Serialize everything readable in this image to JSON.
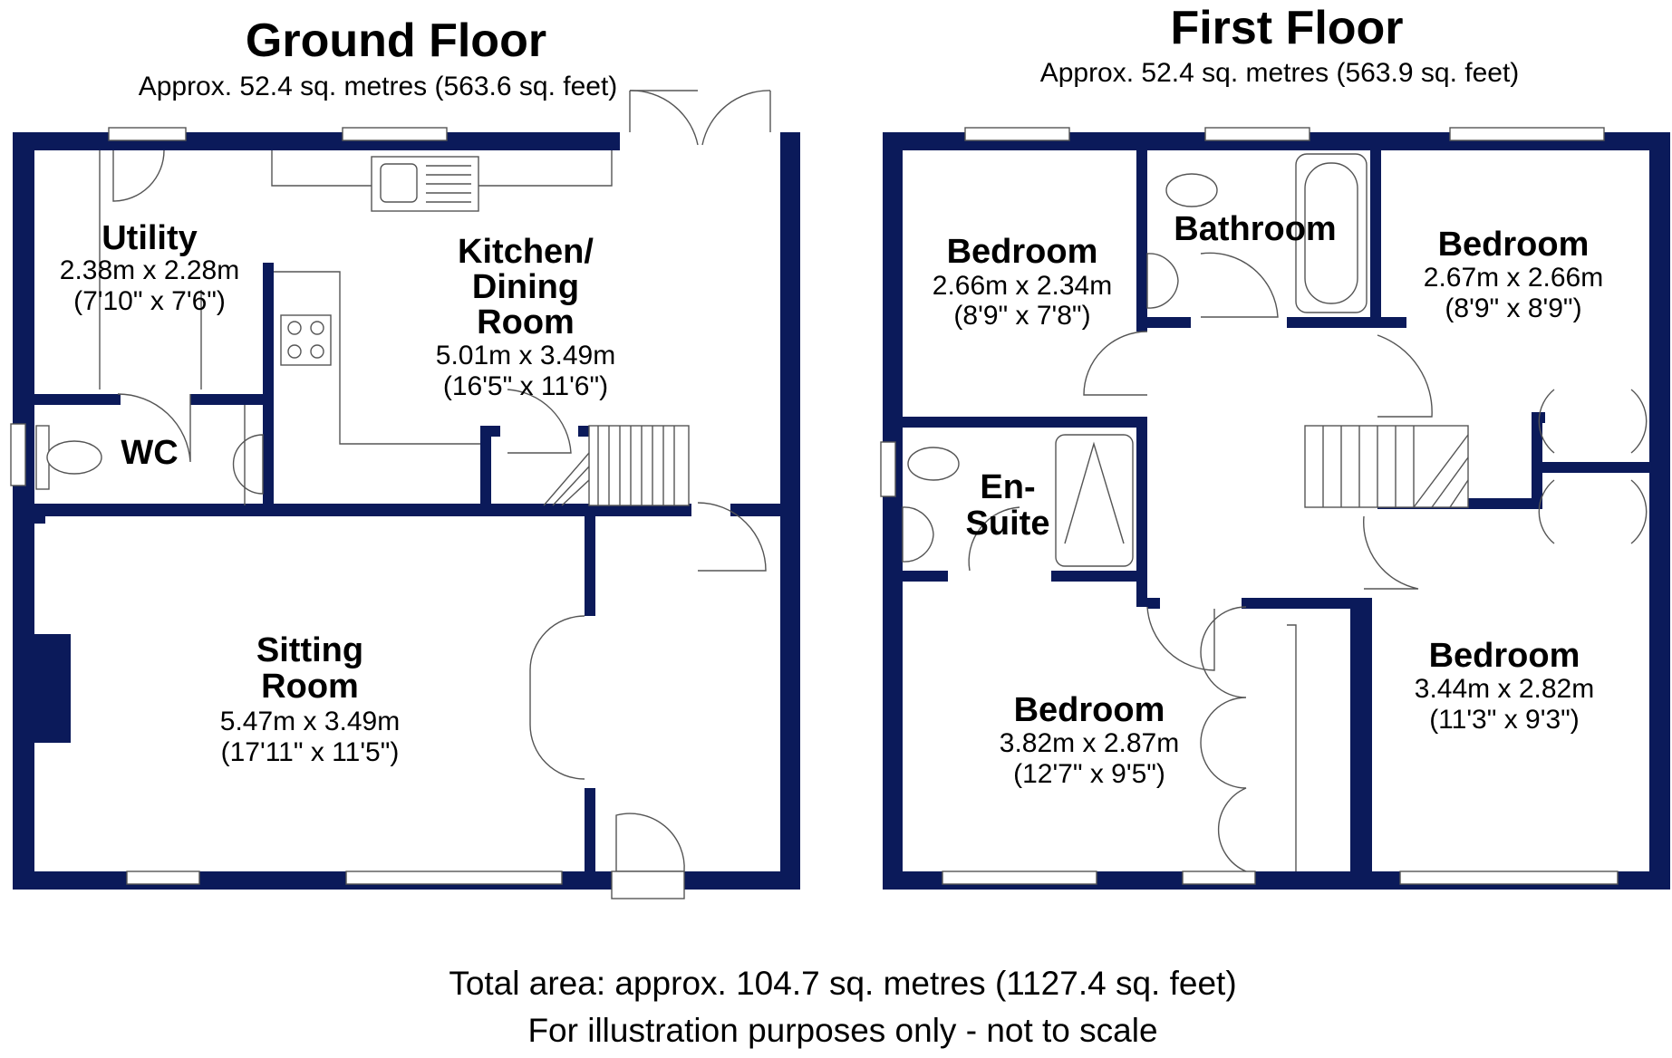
{
  "ground_floor": {
    "title": "Ground Floor",
    "area": "Approx. 52.4 sq. metres (563.6 sq. feet)",
    "rooms": {
      "utility": {
        "name": "Utility",
        "metric": "2.38m x 2.28m",
        "imperial": "(7'10\" x 7'6\")"
      },
      "wc": {
        "name": "WC"
      },
      "kitchen": {
        "name_line1": "Kitchen/",
        "name_line2": "Dining",
        "name_line3": "Room",
        "metric": "5.01m x 3.49m",
        "imperial": "(16'5\" x 11'6\")"
      },
      "sitting": {
        "name_line1": "Sitting",
        "name_line2": "Room",
        "metric": "5.47m x 3.49m",
        "imperial": "(17'11\" x 11'5\")"
      }
    }
  },
  "first_floor": {
    "title": "First Floor",
    "area": "Approx. 52.4 sq. metres (563.9 sq. feet)",
    "rooms": {
      "bedroom_nw": {
        "name": "Bedroom",
        "metric": "2.66m x 2.34m",
        "imperial": "(8'9\" x 7'8\")"
      },
      "bathroom": {
        "name": "Bathroom"
      },
      "bedroom_ne": {
        "name": "Bedroom",
        "metric": "2.67m x 2.66m",
        "imperial": "(8'9\" x 8'9\")"
      },
      "ensuite": {
        "name_line1": "En-",
        "name_line2": "Suite"
      },
      "bedroom_sw": {
        "name": "Bedroom",
        "metric": "3.82m x 2.87m",
        "imperial": "(12'7\" x 9'5\")"
      },
      "bedroom_se": {
        "name": "Bedroom",
        "metric": "3.44m x 2.82m",
        "imperial": "(11'3\" x 9'3\")"
      }
    }
  },
  "footer": {
    "total": "Total area: approx. 104.7 sq. metres (1127.4 sq. feet)",
    "disclaimer": "For illustration purposes only - not to scale"
  },
  "colors": {
    "wall": "#0b1a5a",
    "line": "#555555"
  }
}
